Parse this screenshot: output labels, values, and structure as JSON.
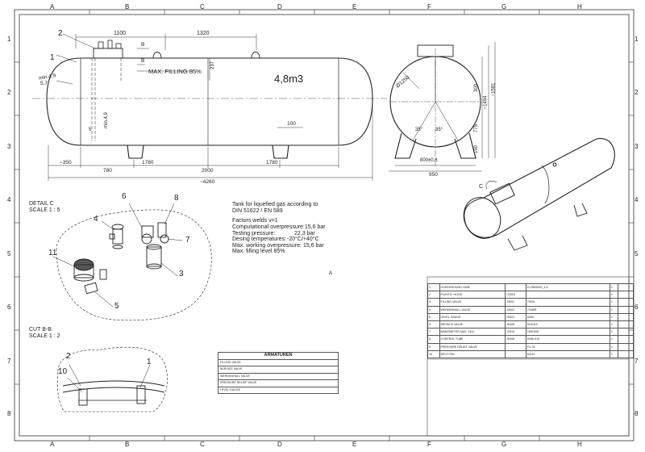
{
  "grid": {
    "columns": [
      "A",
      "B",
      "C",
      "D",
      "E",
      "F",
      "G",
      "H"
    ],
    "rows": [
      "1",
      "2",
      "3",
      "4",
      "5",
      "6",
      "7",
      "8"
    ]
  },
  "front_view": {
    "volume_label": "4,8m3",
    "max_filling_label": "MAX. FILLING 85%",
    "dims": {
      "top_1100": "1100",
      "top_1320": "1320",
      "h_237": "237",
      "wall_min": "min.4,9",
      "wall_57": "5,7",
      "wall_min2": "min.4,9",
      "d_5": "5",
      "d_100": "100",
      "b_350": "~350",
      "b_780": "780",
      "b_1780a": "1780",
      "b_2000": "2000",
      "b_1780b": "1780",
      "b_4260": "~4260"
    },
    "section_marks": [
      "B",
      "B"
    ],
    "balloons": [
      "2",
      "1"
    ]
  },
  "side_view": {
    "dims": {
      "dia": "Ø1250",
      "h_300": "300",
      "h_775": "775",
      "h_150": "150",
      "h_1494": "~1494",
      "h_1581": "~1581",
      "w_800": "800±0,8",
      "w_950": "950",
      "ang_a": "35°",
      "ang_b": "35°"
    }
  },
  "iso_view": {
    "detail_mark": "C"
  },
  "detail_c": {
    "title": "DETAIL C",
    "scale": "SCALE 1 : 5",
    "balloons": [
      "6",
      "8",
      "4",
      "7",
      "11",
      "3",
      "5"
    ]
  },
  "cut_bb": {
    "title": "CUT B-B",
    "scale": "SCALE 1 : 2",
    "balloons": [
      "2",
      "10",
      "1"
    ]
  },
  "notes": {
    "title1": "Tank for liquefied gas according to",
    "title2": "DIN 51622 / EN 589",
    "l1": "Factors welds v=1",
    "l2": "Computational overpressure:15,6 bar",
    "l3": "Testing pressure:",
    "l3v": "22,3 bar",
    "l4": "Desing temperatures:",
    "l4v": "-20°C/+40°C",
    "l5": "Max. working overpressure:",
    "l5v": "15,6 bar",
    "l6": "Max. filling level 85%",
    "a_mark": "A"
  },
  "armaturen": {
    "title": "ARMATUREN",
    "rows": [
      "FILLING VALVE",
      "SERVICE VALVE",
      "WERDENHALL VALVE",
      "PRESSURE RELIEF VALVE",
      "LEVEL GAUGE"
    ]
  },
  "bom": {
    "rows": [
      {
        "n": "1",
        "name": "OVERGROUND TANK",
        "code": "",
        "spec": "H-ZIN/5002_4,8",
        "q": "1"
      },
      {
        "n": "2",
        "name": "PLASTIC HOOD",
        "code": "C0016",
        "spec": "",
        "q": "1"
      },
      {
        "n": "3",
        "name": "FILLING VALVE",
        "code": "J0001",
        "spec": "7009L",
        "q": "1"
      },
      {
        "n": "4",
        "name": "WERDENHALL VALVE",
        "code": "J0002",
        "spec": "7208/R",
        "q": "1"
      },
      {
        "n": "5",
        "name": "LEVEL GAUGE",
        "code": "J0022",
        "spec": "6283",
        "q": "1"
      },
      {
        "n": "6",
        "name": "SERVICE VALVE",
        "code": "J0005",
        "spec": "9101DX",
        "q": "1"
      },
      {
        "n": "7",
        "name": "MANOMETER MAX. 18,6",
        "code": "J0010",
        "spec": "1551549",
        "q": "1"
      },
      {
        "n": "8",
        "name": "CONTROL TUBE",
        "code": "J0008",
        "spec": "0906-015",
        "q": "1"
      },
      {
        "n": "9",
        "name": "PRESSURE RELIEF VALVE",
        "code": "",
        "spec": "FV 25",
        "q": "1"
      },
      {
        "n": "10",
        "name": "SPLIT PIN",
        "code": "",
        "spec": "6x110",
        "q": "1"
      }
    ]
  }
}
